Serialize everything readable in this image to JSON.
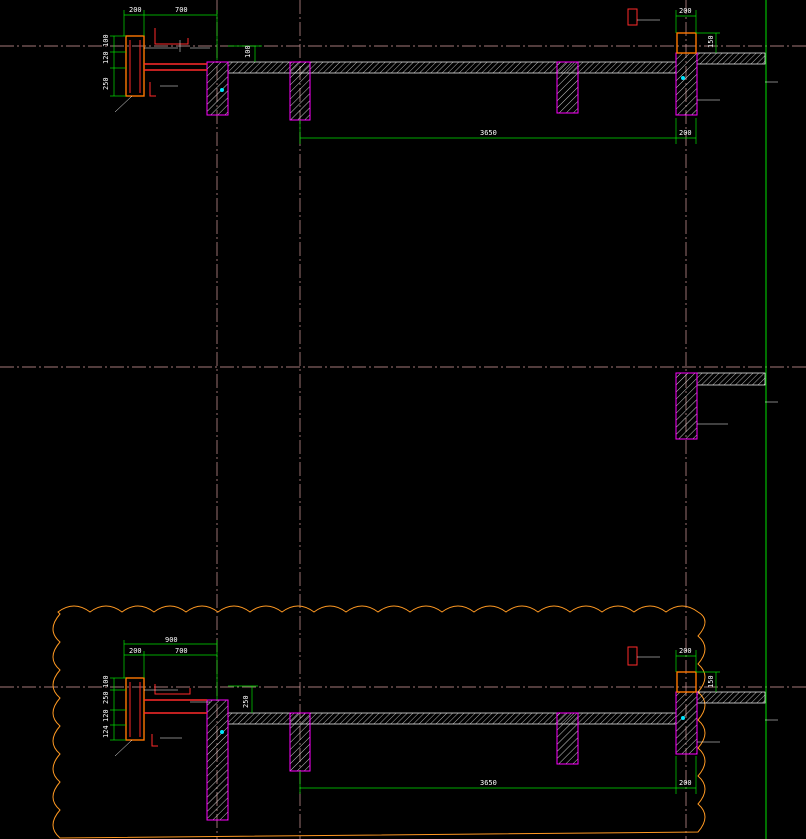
{
  "colors": {
    "background": "#000000",
    "axis": "#d9a0a0",
    "dimension": "#00e000",
    "concrete_hatch": "#ffffff",
    "column_outline": "#ff00ff",
    "rebar": "#ff2a2a",
    "revision_cloud": "#ff9922",
    "marker": "#00e5ff"
  },
  "upper_section": {
    "dim_200": "200",
    "dim_700": "700",
    "dim_100": "100",
    "dim_120": "120",
    "dim_250": "250",
    "dim_slab": "100",
    "dim_span": "3650",
    "dim_col_width": "200",
    "dim_col_top": "200",
    "dim_right_150": "150"
  },
  "lower_section": {
    "dim_900": "900",
    "dim_200": "200",
    "dim_700": "700",
    "dim_100": "100",
    "dim_250": "250",
    "dim_120": "120",
    "dim_124": "124",
    "dim_slab": "250",
    "dim_span": "3650",
    "dim_col_width": "200",
    "dim_col_top": "200",
    "dim_right_150": "150"
  }
}
